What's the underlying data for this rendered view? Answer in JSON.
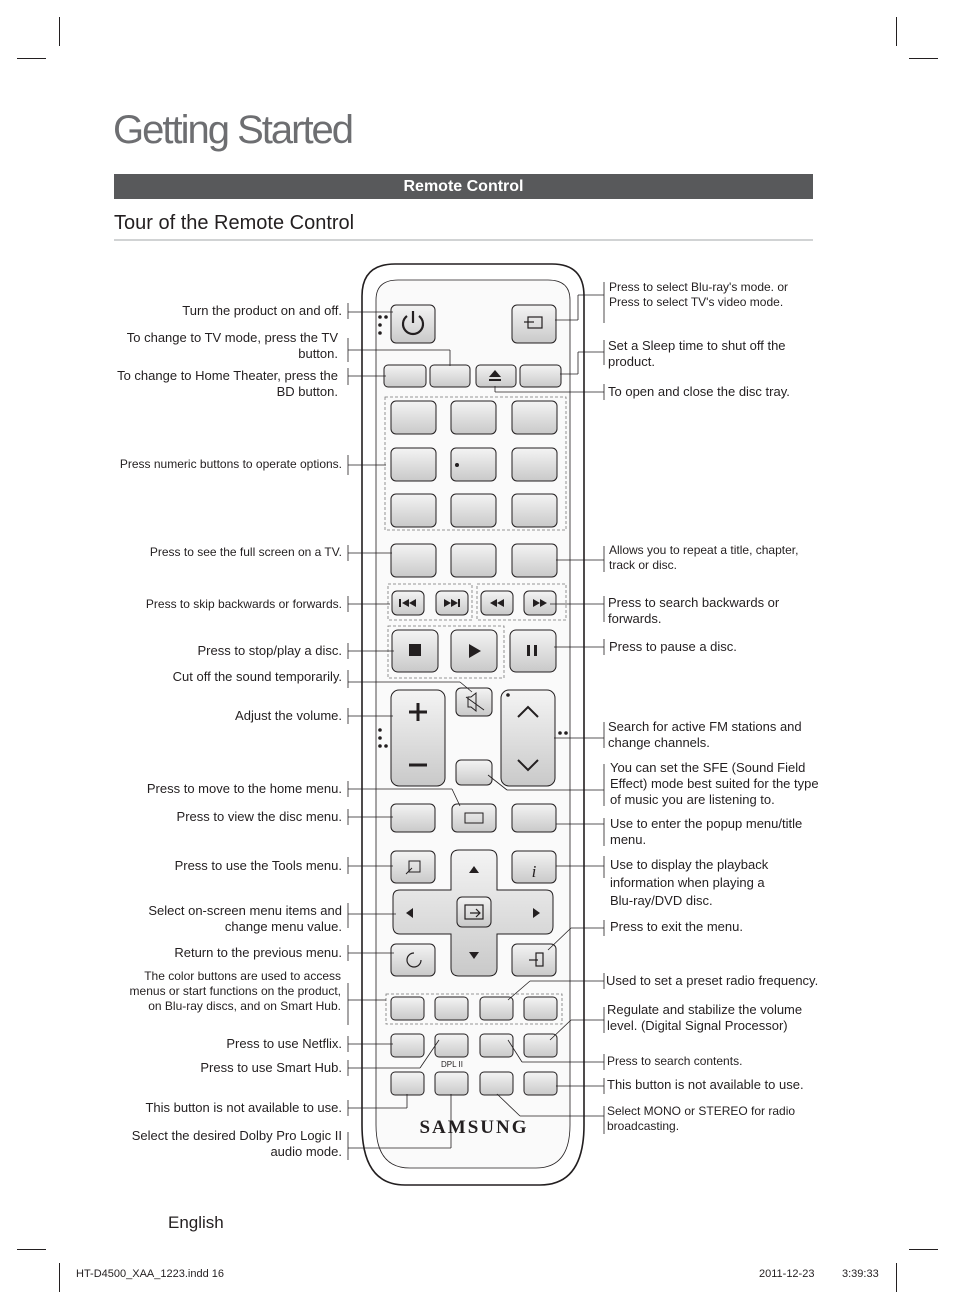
{
  "page": {
    "title": "Getting Started",
    "section": "Remote Control",
    "subtitle": "Tour of the Remote Control",
    "language": "English",
    "footer_file": "HT-D4500_XAA_1223.indd   16",
    "footer_date": "2011-12-23",
    "footer_time": "3:39:33"
  },
  "remote": {
    "brand": "SAMSUNG",
    "pl2_label": "DPL II"
  },
  "left_labels": [
    "Turn the product on and off.",
    "To change to TV mode, press the TV button.",
    "To change to Home Theater, press the BD button.",
    "Press numeric buttons to operate options.",
    "Press to see the full screen on a TV.",
    "Press to skip backwards or forwards.",
    "Press to stop/play a disc.",
    "Cut off the sound temporarily.",
    "Adjust the volume.",
    "Press to move to the home menu.",
    "Press to view the disc menu.",
    "Press to use the Tools menu.",
    "Select on-screen menu items and change menu value.",
    "Return to the previous menu.",
    "The color buttons are used to access menus or start functions on the product, on Blu-ray discs, and on Smart Hub.",
    "Press to use Netflix.",
    "Press to use Smart Hub.",
    "This button is not available to use.",
    "Select the desired Dolby Pro Logic II audio mode."
  ],
  "right_labels": [
    "Press to select Blu-ray's mode. or Press to select TV's video mode.",
    "Set a Sleep time to shut off the product.",
    "To open and close the disc tray.",
    "Allows you to repeat a title, chapter, track or disc.",
    "Press to search backwards or forwards.",
    "Press to pause a disc.",
    "Search for active FM stations and change channels.",
    "You can set the SFE (Sound Field Effect) mode best suited for the type of music you are listening to.",
    "Use to enter the popup menu/title menu.",
    "Use to display the playback information when playing a Blu-ray/DVD disc.",
    "Press to exit the menu.",
    "Used to set a preset radio frequency.",
    "Regulate and stabilize the volume level. (Digital Signal Processor)",
    "Press to search contents.",
    "This button is not available to use.",
    "Select MONO or STEREO for radio broadcasting."
  ]
}
